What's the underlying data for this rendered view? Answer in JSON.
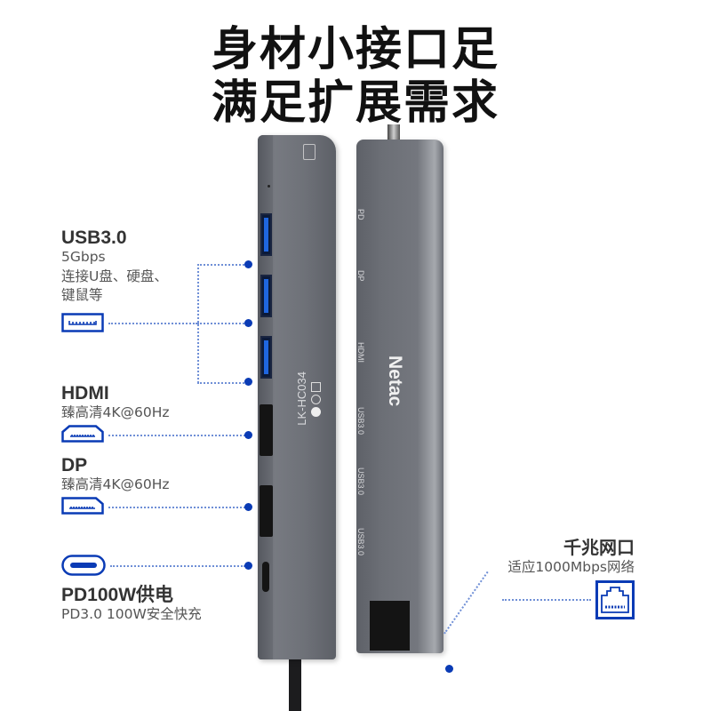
{
  "headline": {
    "line1": "身材小接口足",
    "line2": "满足扩展需求"
  },
  "features": {
    "usb": {
      "title": "USB3.0",
      "speed": "5Gbps",
      "desc1": "连接U盘、硬盘、",
      "desc2": "键鼠等",
      "icon": "usb-a-port-icon"
    },
    "hdmi": {
      "title": "HDMI",
      "desc": "臻高清4K@60Hz",
      "icon": "hdmi-port-icon"
    },
    "dp": {
      "title": "DP",
      "desc": "臻高清4K@60Hz",
      "icon": "displayport-icon"
    },
    "pd": {
      "title": "PD100W供电",
      "desc": "PD3.0 100W安全快充",
      "icon": "usb-c-port-icon"
    },
    "ethernet": {
      "title": "千兆网口",
      "desc": "适应1000Mbps网络",
      "icon": "rj45-port-icon"
    }
  },
  "device": {
    "brand": "Netac",
    "model": "LK-HC034",
    "side_labels": [
      "PD",
      "DP",
      "HDMI",
      "USB3.0",
      "USB3.0",
      "USB3.0"
    ]
  },
  "colors": {
    "accent": "#0a3bb5",
    "dotted_line": "#6f8fd6",
    "body_gray": "#6e7178"
  }
}
